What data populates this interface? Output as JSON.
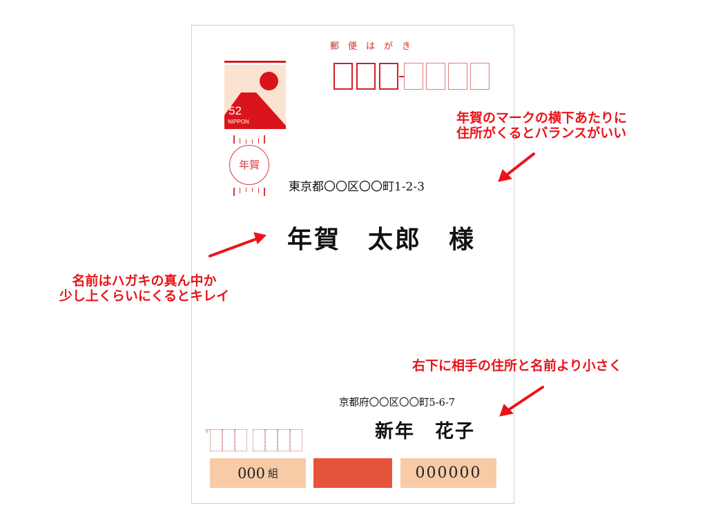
{
  "postcard": {
    "header": "郵便はがき",
    "postal_code_boxes": {
      "main_count": 3,
      "sub_count": 4
    },
    "stamp": {
      "value": "52",
      "country": "NIPPON",
      "color": "#d9141b",
      "background": "#fbe3d2"
    },
    "postmark": {
      "text": "年賀"
    },
    "recipient": {
      "address": "東京都〇〇区〇〇町1-2-3",
      "name": "年賀　太郎　様"
    },
    "sender": {
      "address": "京都府〇〇区〇〇町5-6-7",
      "name": "新年　花子",
      "postal_mark": "〒"
    },
    "lottery": {
      "group_number": "000",
      "group_label": "組",
      "number": "000000",
      "colors": {
        "pale": "#f8cba7",
        "red": "#e6533b"
      }
    }
  },
  "annotations": {
    "address_tip": [
      "年賀のマークの横下あたりに",
      "住所がくるとバランスがいい"
    ],
    "name_tip": [
      "名前はハガキの真ん中か",
      "少し上くらいにくるとキレイ"
    ],
    "sender_tip": [
      "右下に相手の住所と名前より小さく"
    ],
    "color": "#e8141a"
  }
}
